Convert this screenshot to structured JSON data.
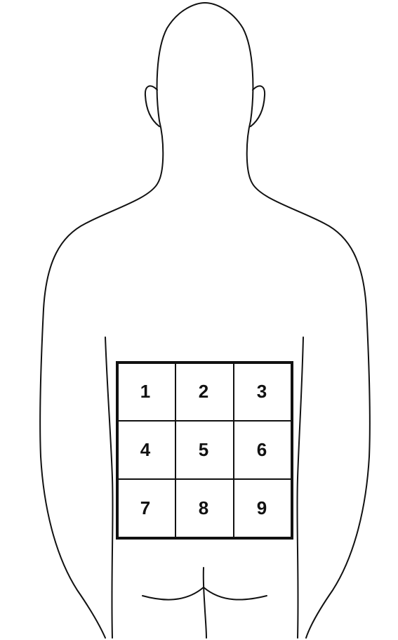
{
  "figure": {
    "grid_labels": [
      [
        "1",
        "2",
        "3"
      ],
      [
        "4",
        "5",
        "6"
      ],
      [
        "7",
        "8",
        "9"
      ]
    ],
    "colors": {
      "line": "#111111",
      "background": "#ffffff"
    }
  }
}
